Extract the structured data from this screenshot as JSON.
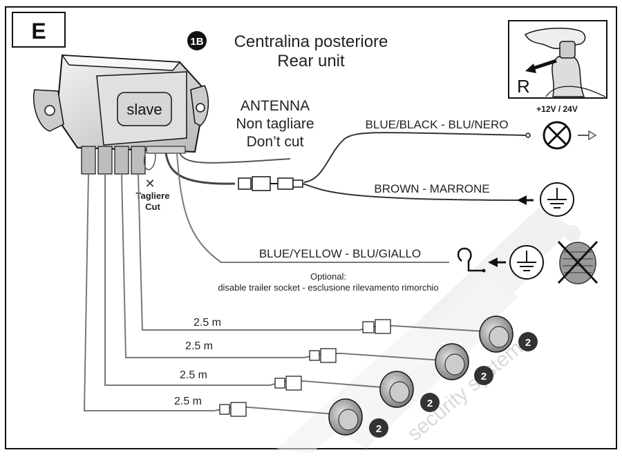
{
  "section_letter": "E",
  "header": {
    "badge": "1B",
    "title_it": "Centralina posteriore",
    "title_en": "Rear unit"
  },
  "unit": {
    "label": "slave"
  },
  "antenna": {
    "line1": "ANTENNA",
    "line2": "Non tagliare",
    "line3": "Don’t cut"
  },
  "cut_label": {
    "line1": "Tagliere",
    "line2": "Cut"
  },
  "wires": {
    "blue_black": "BLUE/BLACK - BLU/NERO",
    "brown": "BROWN - MARRONE",
    "blue_yellow": "BLUE/YELLOW - BLU/GIALLO"
  },
  "voltage": "+12V / 24V",
  "optional": {
    "line1": "Optional:",
    "line2": "disable trailer socket - esclusione rilevamento rimorchio"
  },
  "reverse_gear_letter": "R",
  "sensors": [
    {
      "cable_length": "2.5 m",
      "badge": "2"
    },
    {
      "cable_length": "2.5 m",
      "badge": "2"
    },
    {
      "cable_length": "2.5 m",
      "badge": "2"
    },
    {
      "cable_length": "2.5 m",
      "badge": "2"
    }
  ],
  "watermark": "security systems"
}
